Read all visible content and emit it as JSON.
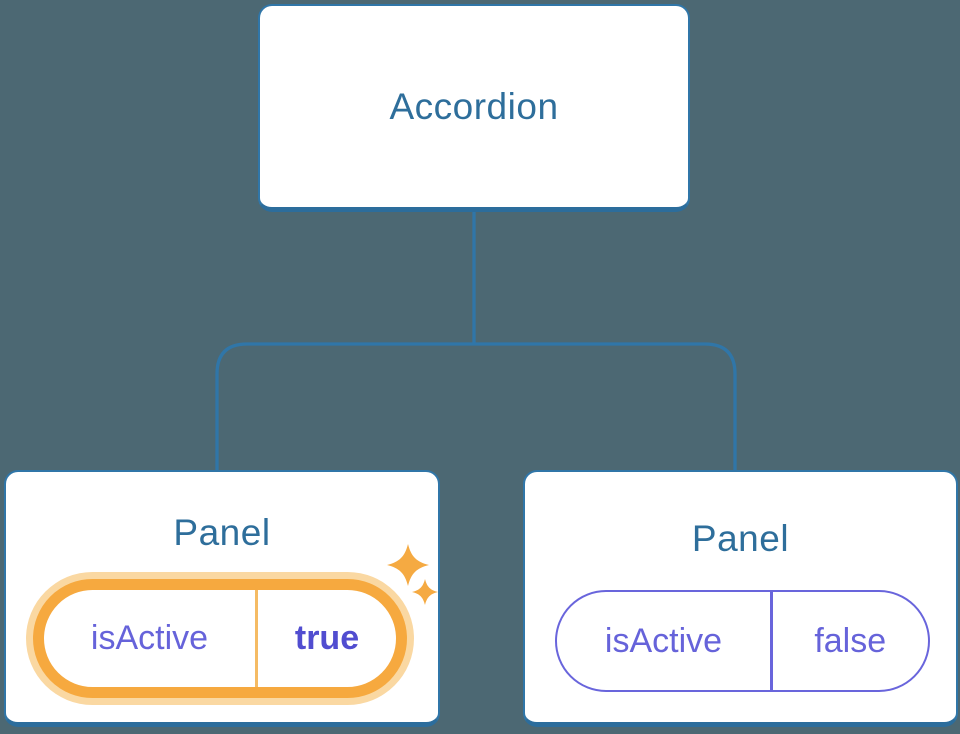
{
  "diagram": {
    "root": {
      "label": "Accordion"
    },
    "panels": [
      {
        "label": "Panel",
        "prop_name": "isActive",
        "prop_value": "true",
        "state": "active"
      },
      {
        "label": "Panel",
        "prop_name": "isActive",
        "prop_value": "false",
        "state": "inactive"
      }
    ]
  },
  "colors": {
    "background": "#4C6873",
    "connector_blue": "#3076A8",
    "card_border_blue": "#3076A8",
    "card_border_bottom_blue": "#2C6D9C",
    "title_blue": "#2E6E9B",
    "prop_purple": "#6663DA",
    "prop_value_bold_purple": "#514DD0",
    "inactive_pill_purple": "#6965DC",
    "active_ring_orange": "#F6A93F",
    "active_halo_orange": "#FAD8A2",
    "active_divider_orange": "#F5BB64",
    "sparkle_orange": "#F5AA42"
  }
}
